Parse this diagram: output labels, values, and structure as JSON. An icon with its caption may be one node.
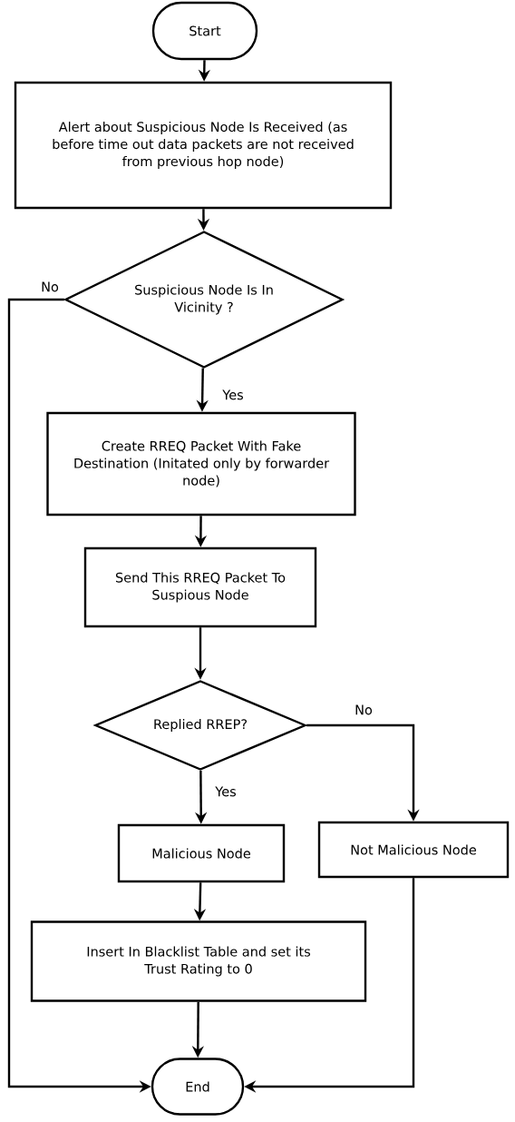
{
  "diagram": {
    "nodes": [
      {
        "text": [
          "Start"
        ]
      },
      {
        "text": [
          "Alert about Suspicious Node Is Received (as before time out data packets are not received from previous hop node)"
        ]
      },
      {
        "text": [
          "Suspicious Node Is In Vicinity ?"
        ]
      },
      {
        "text": [
          "Create RREQ Packet With Fake Destination (Initated only by forwarder node)"
        ]
      },
      {
        "text": [
          "Send This RREQ Packet To Suspious Node"
        ]
      },
      {
        "text": [
          "Replied RREP?"
        ]
      },
      {
        "text": [
          "Malicious Node"
        ]
      },
      {
        "text": [
          "Not Malicious Node"
        ]
      },
      {
        "text": [
          "Insert In Blacklist Table and set its Trust Rating to 0"
        ]
      },
      {
        "text": [
          "End"
        ]
      }
    ],
    "edges": [
      {
        "from": 0,
        "to": 1,
        "arrow": "to"
      },
      {
        "from": 1,
        "to": 2,
        "arrow": "to"
      },
      {
        "from": 2,
        "to": 3,
        "arrow": "to",
        "label": "Yes"
      },
      {
        "from": 2,
        "to": 9,
        "arrow": "to",
        "label": "No"
      },
      {
        "from": 3,
        "to": 4,
        "arrow": "to"
      },
      {
        "from": 4,
        "to": 5,
        "arrow": "to"
      },
      {
        "from": 5,
        "to": 6,
        "arrow": "to",
        "label": "Yes"
      },
      {
        "from": 5,
        "to": 7,
        "arrow": "to",
        "label": "No"
      },
      {
        "from": 6,
        "to": 8,
        "arrow": "to"
      },
      {
        "from": 8,
        "to": 9,
        "arrow": "to"
      },
      {
        "from": 7,
        "to": 9,
        "arrow": "to"
      }
    ]
  }
}
